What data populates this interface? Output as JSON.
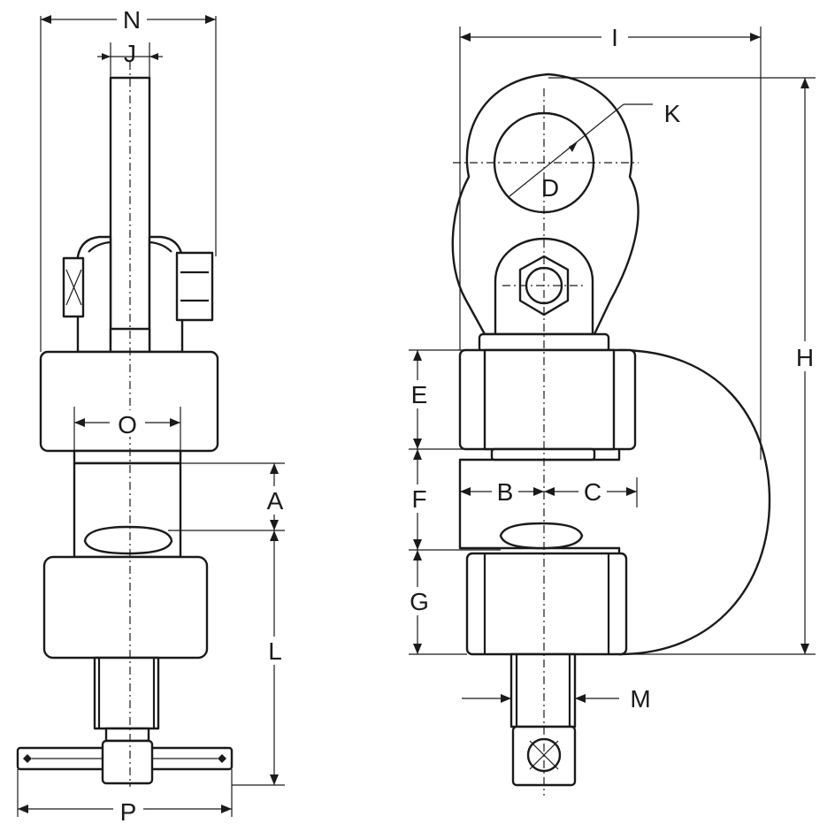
{
  "labels": {
    "N": "N",
    "J": "J",
    "O": "O",
    "A": "A",
    "L": "L",
    "P": "P",
    "I": "I",
    "K": "K",
    "D": "D",
    "H": "H",
    "E": "E",
    "F": "F",
    "G": "G",
    "B": "B",
    "C": "C",
    "M": "M"
  },
  "colors": {
    "ink": "#1a1a1a",
    "paper": "#ffffff"
  }
}
